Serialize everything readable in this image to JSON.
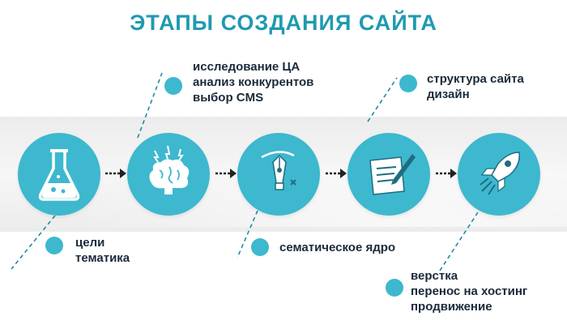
{
  "title": "ЭТАПЫ СОЗДАНИЯ САЙТА",
  "accent_color": "#3db8cf",
  "title_color": "#1f9ab0",
  "stages": [
    {
      "icon": "flask-icon",
      "lines": [
        "цели",
        "тематика"
      ]
    },
    {
      "icon": "brain-icon",
      "lines": [
        "исследование ЦА",
        "анализ конкурентов",
        "выбор CMS"
      ]
    },
    {
      "icon": "pen-nib-icon",
      "lines": [
        "сематическое ядро"
      ]
    },
    {
      "icon": "document-pencil-icon",
      "lines": [
        "структура сайта",
        "дизайн"
      ]
    },
    {
      "icon": "rocket-icon",
      "lines": [
        "верстка",
        "перенос на хостинг",
        "продвижение"
      ]
    }
  ]
}
